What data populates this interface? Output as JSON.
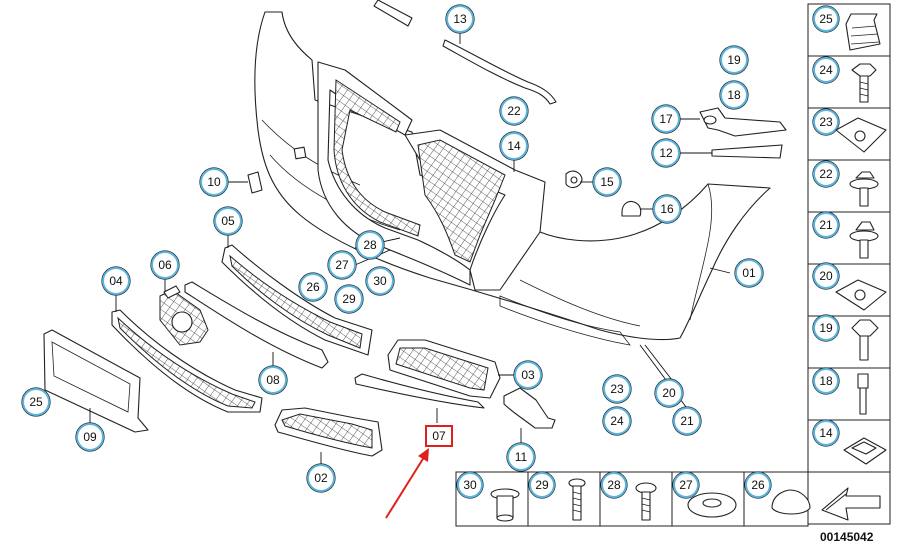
{
  "diagram_id": "00145042",
  "highlighted_part": "07",
  "callouts": [
    {
      "key": "c13",
      "label": "13"
    },
    {
      "key": "c19",
      "label": "19"
    },
    {
      "key": "c18",
      "label": "18"
    },
    {
      "key": "c22",
      "label": "22"
    },
    {
      "key": "c14",
      "label": "14"
    },
    {
      "key": "c17",
      "label": "17"
    },
    {
      "key": "c12",
      "label": "12"
    },
    {
      "key": "c10",
      "label": "10"
    },
    {
      "key": "c15",
      "label": "15"
    },
    {
      "key": "c16",
      "label": "16"
    },
    {
      "key": "c05",
      "label": "05"
    },
    {
      "key": "c28",
      "label": "28"
    },
    {
      "key": "c27",
      "label": "27"
    },
    {
      "key": "c26",
      "label": "26"
    },
    {
      "key": "c29",
      "label": "29"
    },
    {
      "key": "c30",
      "label": "30"
    },
    {
      "key": "c06",
      "label": "06"
    },
    {
      "key": "c04",
      "label": "04"
    },
    {
      "key": "c01",
      "label": "01"
    },
    {
      "key": "c08",
      "label": "08"
    },
    {
      "key": "c03",
      "label": "03"
    },
    {
      "key": "c23",
      "label": "23"
    },
    {
      "key": "c20",
      "label": "20"
    },
    {
      "key": "c24",
      "label": "24"
    },
    {
      "key": "c21",
      "label": "21"
    },
    {
      "key": "c25",
      "label": "25"
    },
    {
      "key": "c09",
      "label": "09"
    },
    {
      "key": "c11",
      "label": "11"
    },
    {
      "key": "c02",
      "label": "02"
    }
  ],
  "hardware_column": [
    {
      "key": "h25",
      "label": "25"
    },
    {
      "key": "h24",
      "label": "24"
    },
    {
      "key": "h23",
      "label": "23"
    },
    {
      "key": "h22",
      "label": "22"
    },
    {
      "key": "h21",
      "label": "21"
    },
    {
      "key": "h20",
      "label": "20"
    },
    {
      "key": "h19",
      "label": "19"
    },
    {
      "key": "h18",
      "label": "18"
    },
    {
      "key": "h14",
      "label": "14"
    }
  ],
  "hardware_row": [
    {
      "key": "r30",
      "label": "30"
    },
    {
      "key": "r29",
      "label": "29"
    },
    {
      "key": "r28",
      "label": "28"
    },
    {
      "key": "r27",
      "label": "27"
    },
    {
      "key": "r26",
      "label": "26"
    }
  ]
}
